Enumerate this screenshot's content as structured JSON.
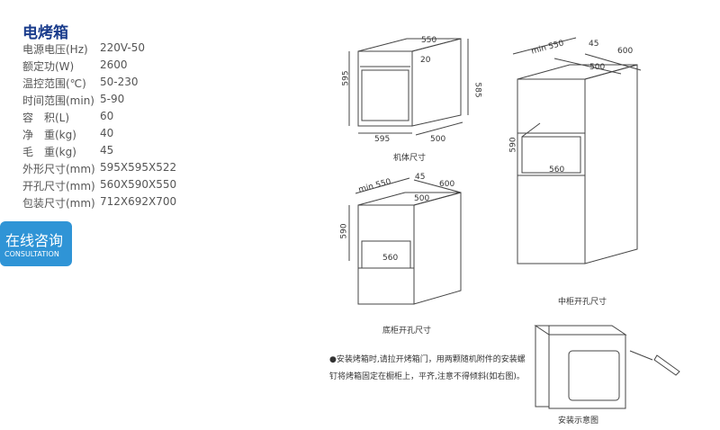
{
  "product": {
    "title": "电烤箱",
    "specs": [
      {
        "label": "电源电压(Hz)",
        "value": "220V-50"
      },
      {
        "label": "额定功(W)",
        "value": "2600"
      },
      {
        "label": "温控范围(℃)",
        "value": "50-230"
      },
      {
        "label": "时间范围(min)",
        "value": "5-90"
      },
      {
        "label": "容　积(L)",
        "value": "60"
      },
      {
        "label": "净　重(kg)",
        "value": "40"
      },
      {
        "label": "毛　重(kg)",
        "value": "45"
      },
      {
        "label": "外形尺寸(mm)",
        "value": "595X595X522"
      },
      {
        "label": "开孔尺寸(mm)",
        "value": "560X590X550"
      },
      {
        "label": "包装尺寸(mm)",
        "value": "712X692X700"
      }
    ]
  },
  "consult": {
    "label": "在线咨询",
    "sub": "CONSULTATION"
  },
  "diagrams": {
    "body_caption": "机体尺寸",
    "bottom_caption": "底柜开孔尺寸",
    "middle_caption": "中柜开孔尺寸",
    "install_caption": "安装示意图",
    "dims": {
      "d550": "550",
      "d20": "20",
      "d595a": "595",
      "d585": "585",
      "d595b": "595",
      "d500": "500",
      "min550": "min 550",
      "d45": "45",
      "d600": "600",
      "d500b": "500",
      "d590": "590",
      "d560": "560"
    },
    "install_note": "●安装烤箱时,请拉开烤箱门，用两颗随机附件的安装螺钉将烤箱固定在橱柜上，平齐,注意不得倾斜(如右图)。"
  }
}
